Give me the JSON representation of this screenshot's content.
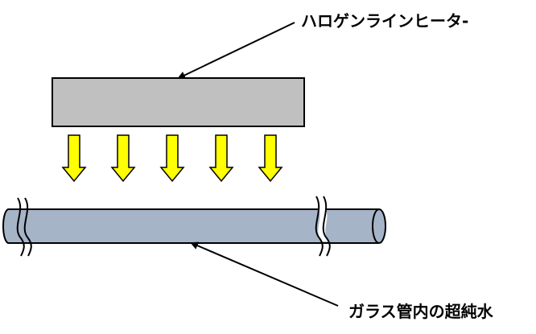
{
  "labels": {
    "heater": "ハロゲンラインヒータ-",
    "water": "ガラス管内の超純水"
  },
  "colors": {
    "heater_fill": "#c0c0c0",
    "heat_arrow_fill": "#ffff00",
    "tube_fill": "#a6b4c8",
    "outline": "#000000",
    "background": "#ffffff"
  },
  "heat_arrows": [
    {
      "id": "heat-arrow-1"
    },
    {
      "id": "heat-arrow-2"
    },
    {
      "id": "heat-arrow-3"
    },
    {
      "id": "heat-arrow-4"
    },
    {
      "id": "heat-arrow-5"
    }
  ]
}
